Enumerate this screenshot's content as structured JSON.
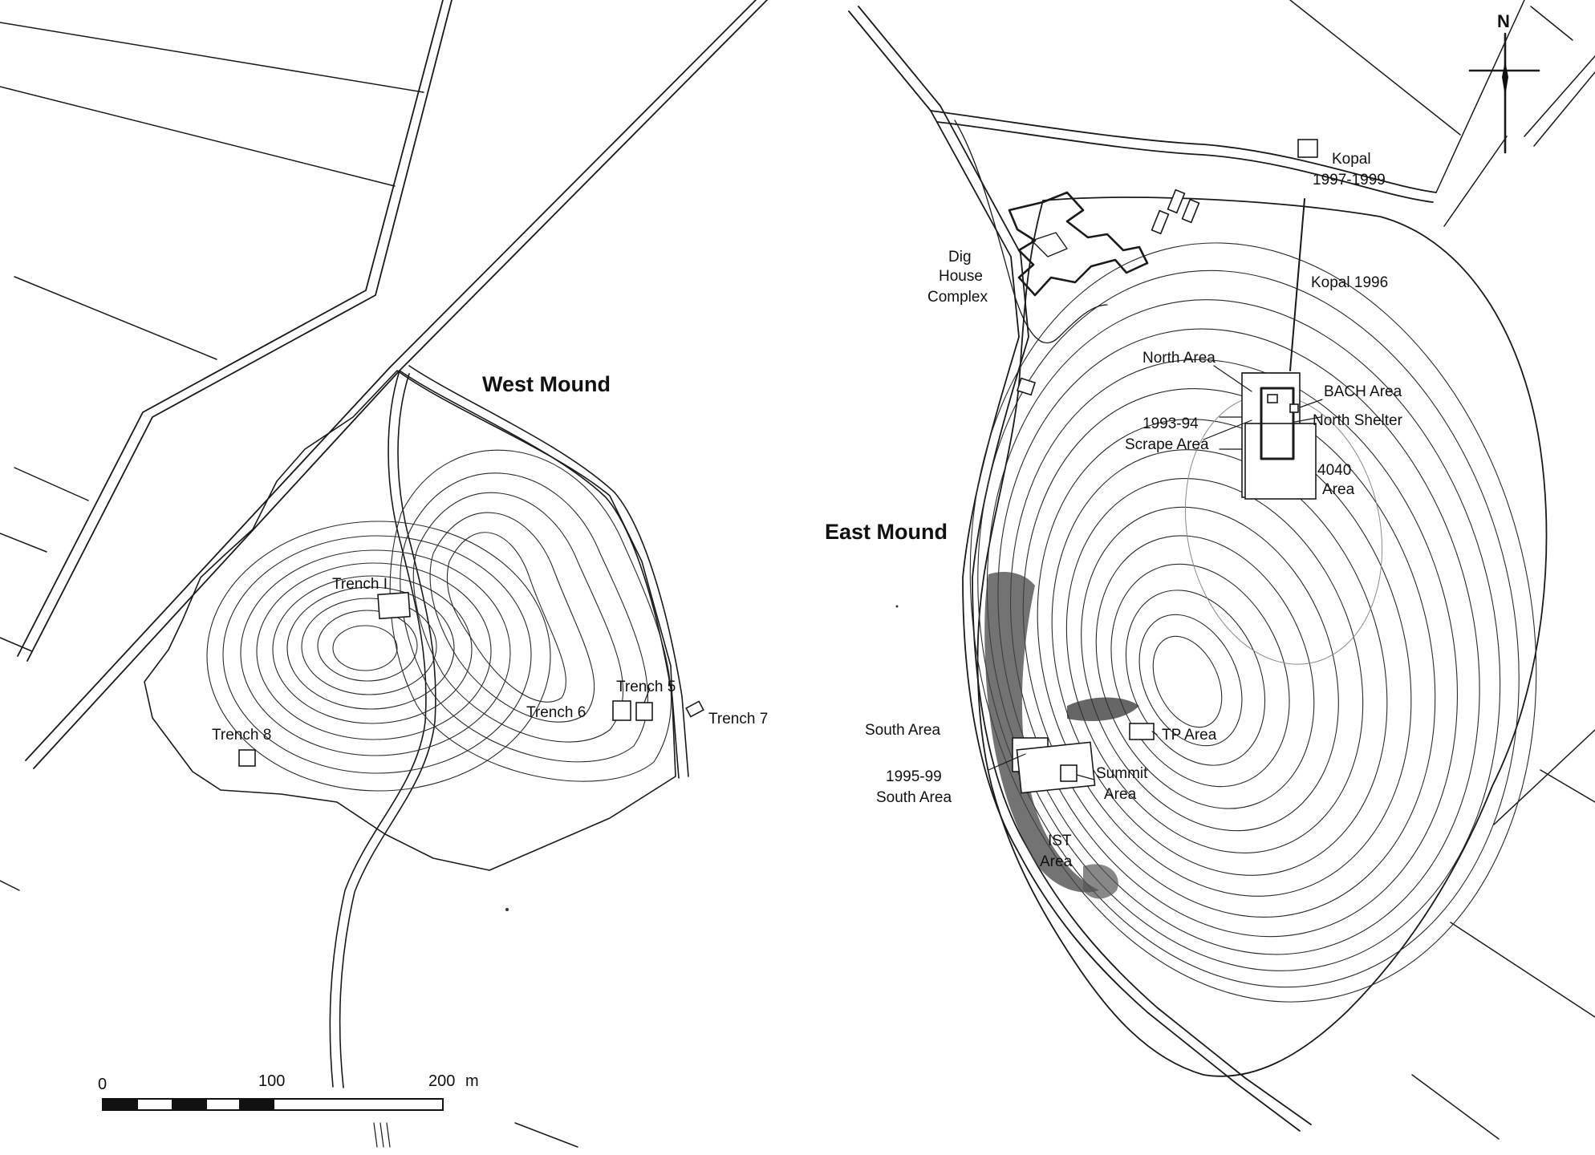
{
  "west_mound": {
    "title": "West Mound",
    "labels": {
      "trench_1": "Trench I",
      "trench_5": "Trench 5",
      "trench_6": "Trench 6",
      "trench_7": "Trench 7",
      "trench_8": "Trench 8"
    }
  },
  "east_mound": {
    "title": "East Mound",
    "labels": {
      "kopal_9799_a": "Kopal",
      "kopal_9799_b": "1997-1999",
      "dig_house_a": "Dig",
      "dig_house_b": "House",
      "dig_house_c": "Complex",
      "kopal_1996": "Kopal 1996",
      "north_area": "North Area",
      "bach_area": "BACH Area",
      "north_shelter": "North Shelter",
      "scrape_a": "1993-94",
      "scrape_b": "Scrape Area",
      "area_4040_a": "4040",
      "area_4040_b": "Area",
      "south_area": "South Area",
      "tp_area": "TP Area",
      "south_9599_a": "1995-99",
      "south_9599_b": "South Area",
      "summit_a": "Summit",
      "summit_b": "Area",
      "ist_a": "IST",
      "ist_b": "Area"
    }
  },
  "north_arrow": {
    "label": "N"
  },
  "scale_bar": {
    "tick_0": "0",
    "tick_100": "100",
    "tick_200": "200",
    "unit": "m"
  }
}
